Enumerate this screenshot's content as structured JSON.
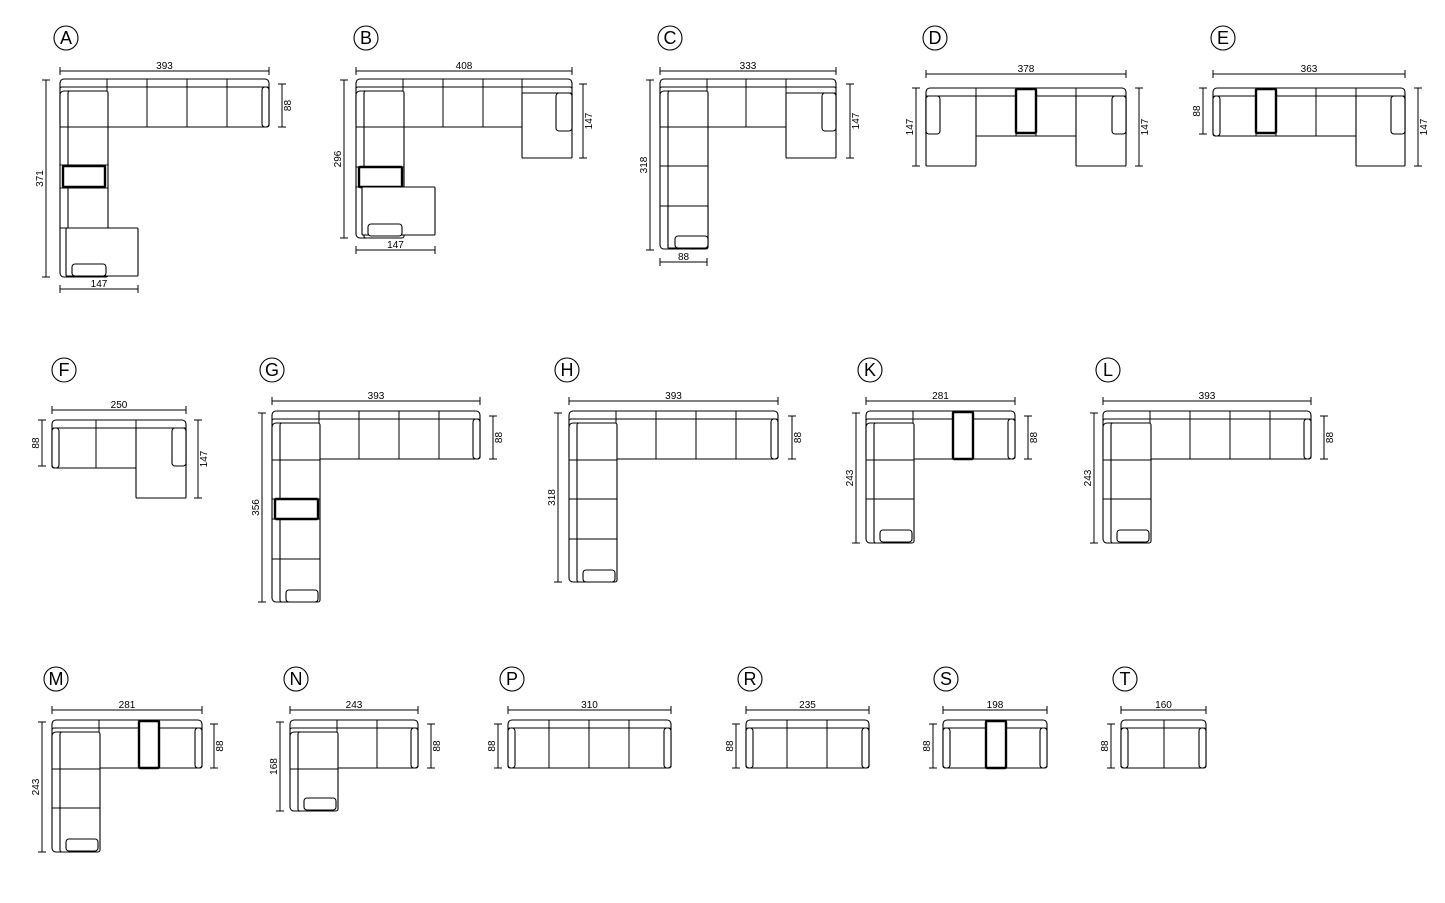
{
  "configurations": [
    {
      "id": "A",
      "dims": [
        "393",
        "88",
        "371",
        "147"
      ]
    },
    {
      "id": "B",
      "dims": [
        "408",
        "147",
        "296",
        "147"
      ]
    },
    {
      "id": "C",
      "dims": [
        "333",
        "147",
        "318",
        "88"
      ]
    },
    {
      "id": "D",
      "dims": [
        "378",
        "147",
        "147"
      ]
    },
    {
      "id": "E",
      "dims": [
        "363",
        "88",
        "147"
      ]
    },
    {
      "id": "F",
      "dims": [
        "250",
        "88",
        "147"
      ]
    },
    {
      "id": "G",
      "dims": [
        "393",
        "88",
        "356"
      ]
    },
    {
      "id": "H",
      "dims": [
        "393",
        "88",
        "318"
      ]
    },
    {
      "id": "K",
      "dims": [
        "281",
        "88",
        "243"
      ]
    },
    {
      "id": "L",
      "dims": [
        "393",
        "88",
        "243"
      ]
    },
    {
      "id": "M",
      "dims": [
        "281",
        "88",
        "243"
      ]
    },
    {
      "id": "N",
      "dims": [
        "243",
        "88",
        "168"
      ]
    },
    {
      "id": "P",
      "dims": [
        "310",
        "88"
      ]
    },
    {
      "id": "R",
      "dims": [
        "235",
        "88"
      ]
    },
    {
      "id": "S",
      "dims": [
        "198",
        "88"
      ]
    },
    {
      "id": "T",
      "dims": [
        "160",
        "88"
      ]
    }
  ]
}
